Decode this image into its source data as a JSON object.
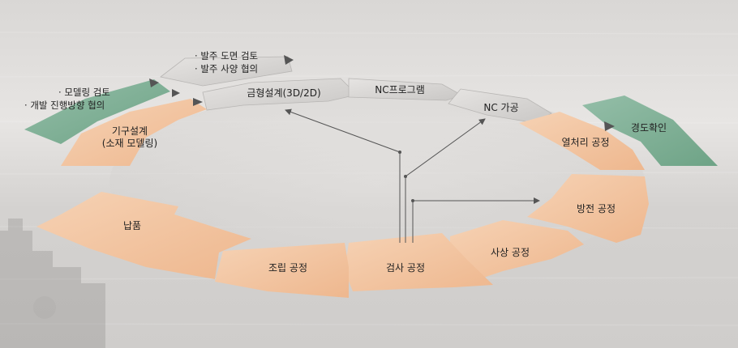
{
  "stages": {
    "order_review": "발주 도면 검토",
    "order_spec": "발주 사양 협의",
    "model_review": "모델링 검토",
    "dev_direction": "개발 진행방향 협의",
    "mold_design": "금형설계(3D/2D)",
    "nc_program": "NC프로그램",
    "nc_machining": "NC 가공",
    "hardness_check": "경도확인",
    "heat_treatment": "열처리 공정",
    "edm": "방전 공정",
    "finishing": "사상 공정",
    "inspection": "검사 공정",
    "assembly": "조립 공정",
    "delivery": "납품",
    "equipment_design_1": "기구설계",
    "equipment_design_2": "(소재 모델링)"
  },
  "bullet": "·",
  "colors": {
    "orange_segment": "#f2c39e",
    "gray_segment": "#d7d5d3",
    "green_segment": "#7fae95",
    "outline": "#555555",
    "text": "#222222"
  }
}
